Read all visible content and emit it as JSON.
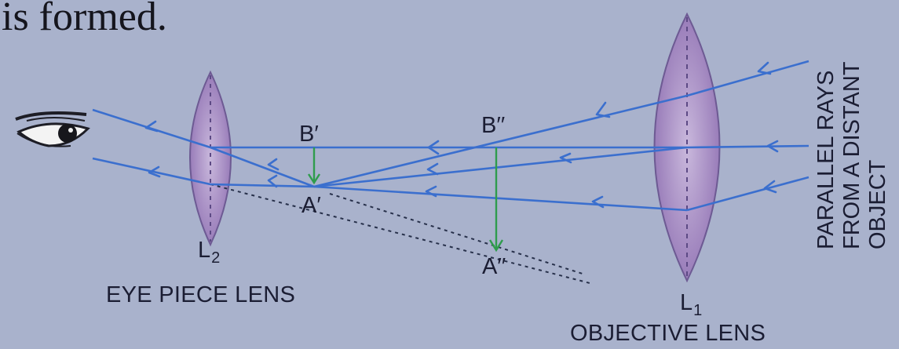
{
  "page": {
    "heading": "is formed."
  },
  "diagram": {
    "colors": {
      "background": "#a9b2cc",
      "ray": "#3b6fce",
      "image_arrow": "#2f9c4d",
      "lens_fill": "#9a7ab9",
      "lens_edge": "#6d5a93",
      "text": "#1b1d33"
    },
    "eye": {
      "icon": "eye-icon"
    },
    "eyepiece": {
      "name": "L",
      "subscript": "2",
      "caption": "EYE PIECE LENS"
    },
    "objective": {
      "name": "L",
      "subscript": "1",
      "caption": "OBJECTIVE LENS"
    },
    "points": {
      "b_prime": "B′",
      "a_prime": "A′",
      "b_double_prime": "B′′",
      "a_double_prime": "A′′"
    },
    "incoming_label": [
      "PARALLEL RAYS",
      "FROM A DISTANT",
      "OBJECT"
    ]
  }
}
